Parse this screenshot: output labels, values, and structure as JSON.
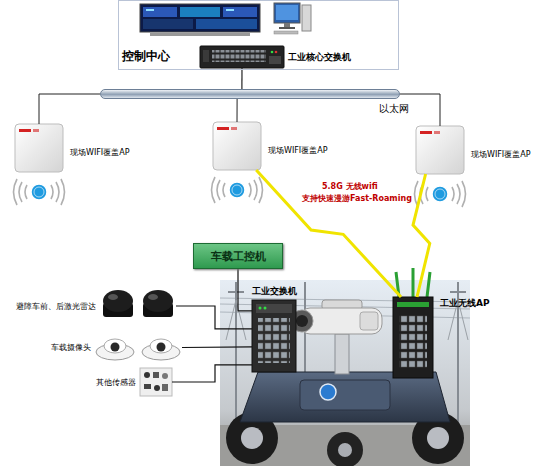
{
  "diagram": {
    "nodes": [
      {
        "text": [
          "控制中心"
        ]
      },
      {
        "text": [
          "工业核心交换机"
        ],
        "in": 0
      },
      {
        "text": [
          "以太网"
        ]
      },
      {
        "text": [
          "现场WIFI覆盖AP"
        ]
      },
      {
        "text": [
          "现场WIFI覆盖AP"
        ]
      },
      {
        "text": [
          "现场WIFI覆盖AP"
        ]
      },
      {
        "text": [
          "车载工控机"
        ]
      },
      {
        "text": [
          "工业交换机"
        ]
      },
      {
        "text": [
          "工业无线AP"
        ]
      },
      {
        "text": [
          "避障车前、后激光雷达"
        ]
      },
      {
        "text": [
          "车载摄像头"
        ]
      },
      {
        "text": [
          "其他传感器"
        ]
      }
    ],
    "edges": [
      {
        "from": 1,
        "to": 2,
        "arrow": "none"
      },
      {
        "from": 2,
        "to": 3,
        "arrow": "none"
      },
      {
        "from": 2,
        "to": 4,
        "arrow": "none"
      },
      {
        "from": 2,
        "to": 5,
        "arrow": "none"
      },
      {
        "from": 4,
        "to": 8,
        "arrow": "none"
      },
      {
        "from": 5,
        "to": 8,
        "arrow": "none"
      },
      {
        "from": 6,
        "to": 7,
        "arrow": "none"
      },
      {
        "from": 9,
        "to": 7,
        "arrow": "none"
      },
      {
        "from": 10,
        "to": 7,
        "arrow": "none"
      },
      {
        "from": 11,
        "to": 7,
        "arrow": "none"
      }
    ],
    "labels": [
      "5.8G 无线wifi",
      "支持快速漫游Fast-Roaming"
    ]
  }
}
